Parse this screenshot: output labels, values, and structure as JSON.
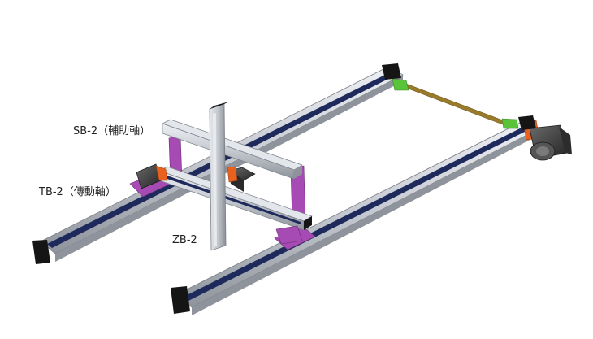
{
  "labels": {
    "sb2": "SB-2（輔助軸）",
    "tb2": "TB-2（傳動軸）",
    "zb2": "ZB-2"
  },
  "colors": {
    "rail_body": "#c4c8cf",
    "rail_light": "#e3e6ea",
    "rail_dark": "#8f949c",
    "belt": "#1f2a5c",
    "end_cap": "#151515",
    "bracket": "#a64bb3",
    "motor": "#3b3b3b",
    "coupling": "#e8611f",
    "green_block": "#59c43a",
    "shaft": "#9a7b2c"
  },
  "icons": [
    "motor-icon",
    "coupling-icon"
  ]
}
